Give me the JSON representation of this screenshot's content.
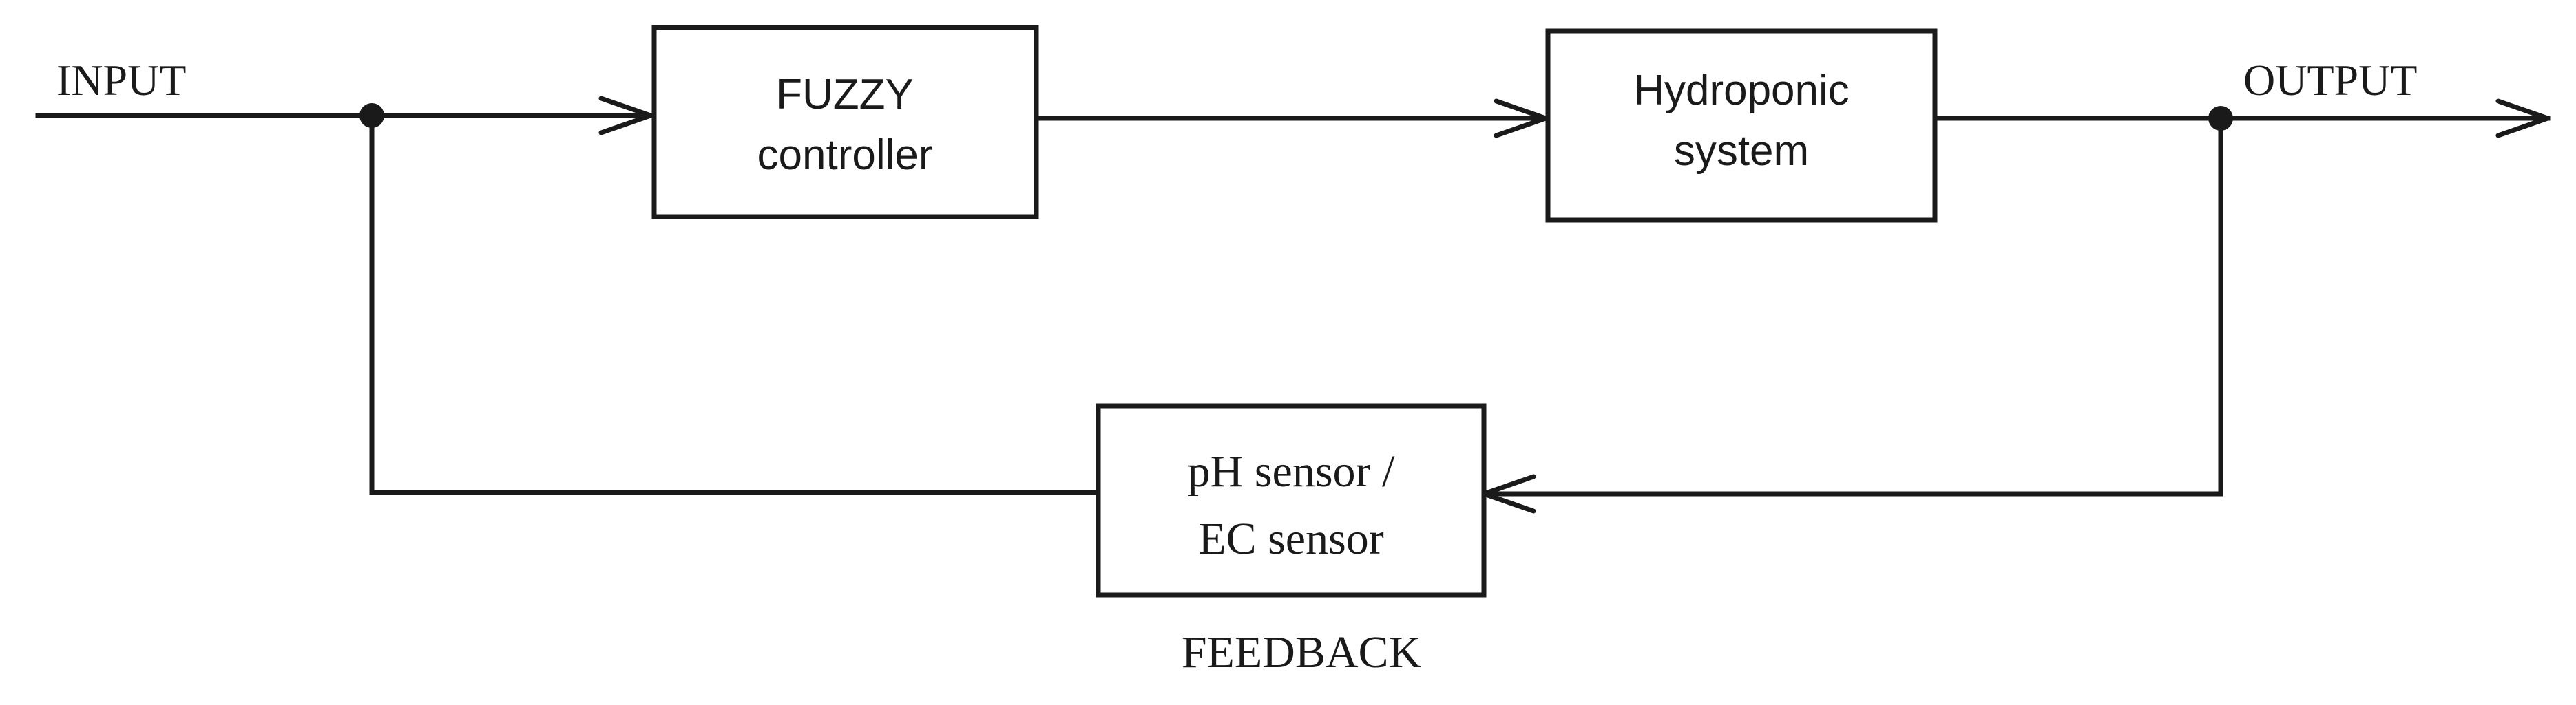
{
  "diagram": {
    "input_label": "INPUT",
    "output_label": "OUTPUT",
    "feedback_label": "FEEDBACK",
    "fuzzy_box": {
      "line1": "FUZZY",
      "line2": "controller"
    },
    "hydroponic_box": {
      "line1": "Hydroponic",
      "line2": "system"
    },
    "sensor_box": {
      "line1": "pH sensor /",
      "line2": "EC sensor"
    },
    "colors": {
      "stroke": "#1a1a1a",
      "background": "#ffffff"
    }
  }
}
